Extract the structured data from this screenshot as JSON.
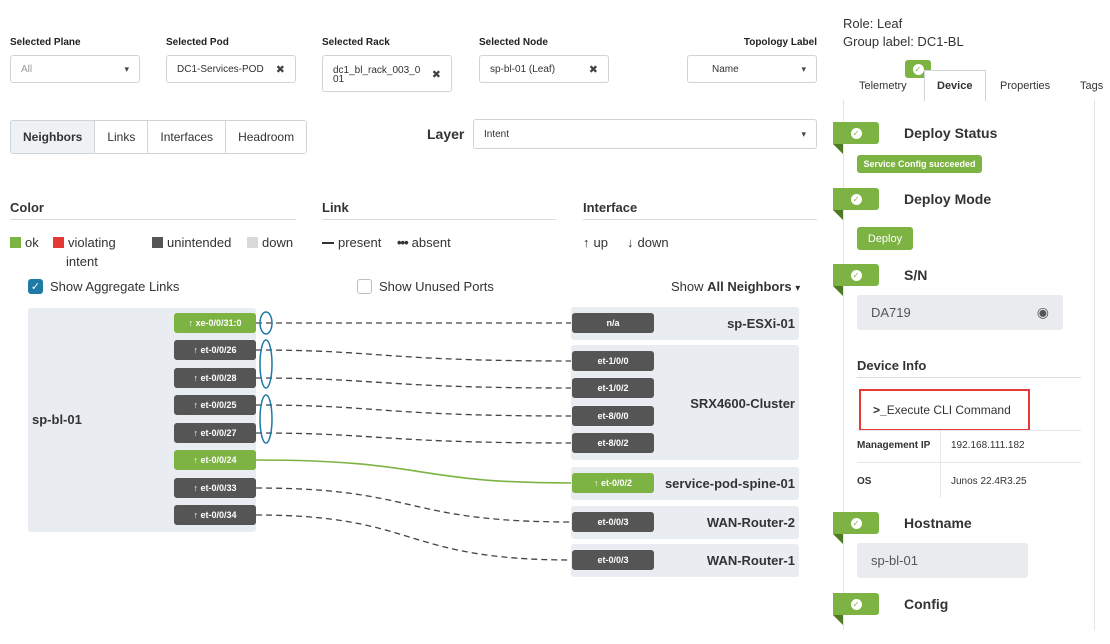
{
  "selectors": {
    "plane": {
      "label": "Selected Plane",
      "value": "All"
    },
    "pod": {
      "label": "Selected Pod",
      "value": "DC1-Services-POD"
    },
    "rack": {
      "label": "Selected Rack",
      "value_line1": "dc1_bl_rack_003_0",
      "value_line2": "01"
    },
    "node": {
      "label": "Selected Node",
      "value": "sp-bl-01 (Leaf)"
    },
    "topology_label": {
      "label": "Topology Label",
      "value": "Name"
    }
  },
  "tabs": [
    "Neighbors",
    "Links",
    "Interfaces",
    "Headroom"
  ],
  "layer": {
    "label": "Layer",
    "value": "Intent"
  },
  "legend": {
    "color_title": "Color",
    "link_title": "Link",
    "interface_title": "Interface",
    "ok": "ok",
    "violating": "violating",
    "violating_line2": "intent",
    "unintended": "unintended",
    "down": "down",
    "present": "present",
    "absent": "absent",
    "up": "up",
    "if_down": "down",
    "colors": {
      "ok": "#7cb342",
      "violating": "#e53935",
      "unintended": "#555555",
      "down": "#d9d9d9"
    }
  },
  "options": {
    "aggregate": "Show Aggregate Links",
    "unused": "Show Unused Ports",
    "show_prefix": "Show",
    "show_value": "All Neighbors"
  },
  "topology": {
    "local_node": "sp-bl-01",
    "local_ports": [
      "xe-0/0/31:0",
      "et-0/0/26",
      "et-0/0/28",
      "et-0/0/25",
      "et-0/0/27",
      "et-0/0/24",
      "et-0/0/33",
      "et-0/0/34"
    ],
    "neighbors": [
      {
        "name": "sp-ESXi-01",
        "ports": [
          "n/a"
        ]
      },
      {
        "name": "SRX4600-Cluster",
        "ports": [
          "et-1/0/0",
          "et-1/0/2",
          "et-8/0/0",
          "et-8/0/2"
        ]
      },
      {
        "name": "service-pod-spine-01",
        "ports": [
          "et-0/0/2"
        ]
      },
      {
        "name": "WAN-Router-2",
        "ports": [
          "et-0/0/3"
        ]
      },
      {
        "name": "WAN-Router-1",
        "ports": [
          "et-0/0/3"
        ]
      }
    ]
  },
  "right_panel": {
    "role": "Role: Leaf",
    "group_label": "Group label: DC1-BL",
    "tabs": [
      "Telemetry",
      "Device",
      "Properties",
      "Tags"
    ],
    "deploy_status": {
      "title": "Deploy Status",
      "badge": "Service Config succeeded"
    },
    "deploy_mode": {
      "title": "Deploy Mode",
      "value": "Deploy"
    },
    "sn": {
      "title": "S/N",
      "value": "DA719"
    },
    "device_info": {
      "title": "Device Info",
      "execute": "Execute CLI Command",
      "rows": [
        {
          "key": "Management IP",
          "value": "192.168.111.182"
        },
        {
          "key": "OS",
          "value": "Junos 22.4R3.25"
        }
      ]
    },
    "hostname": {
      "title": "Hostname",
      "value": "sp-bl-01"
    },
    "config": {
      "title": "Config"
    }
  }
}
